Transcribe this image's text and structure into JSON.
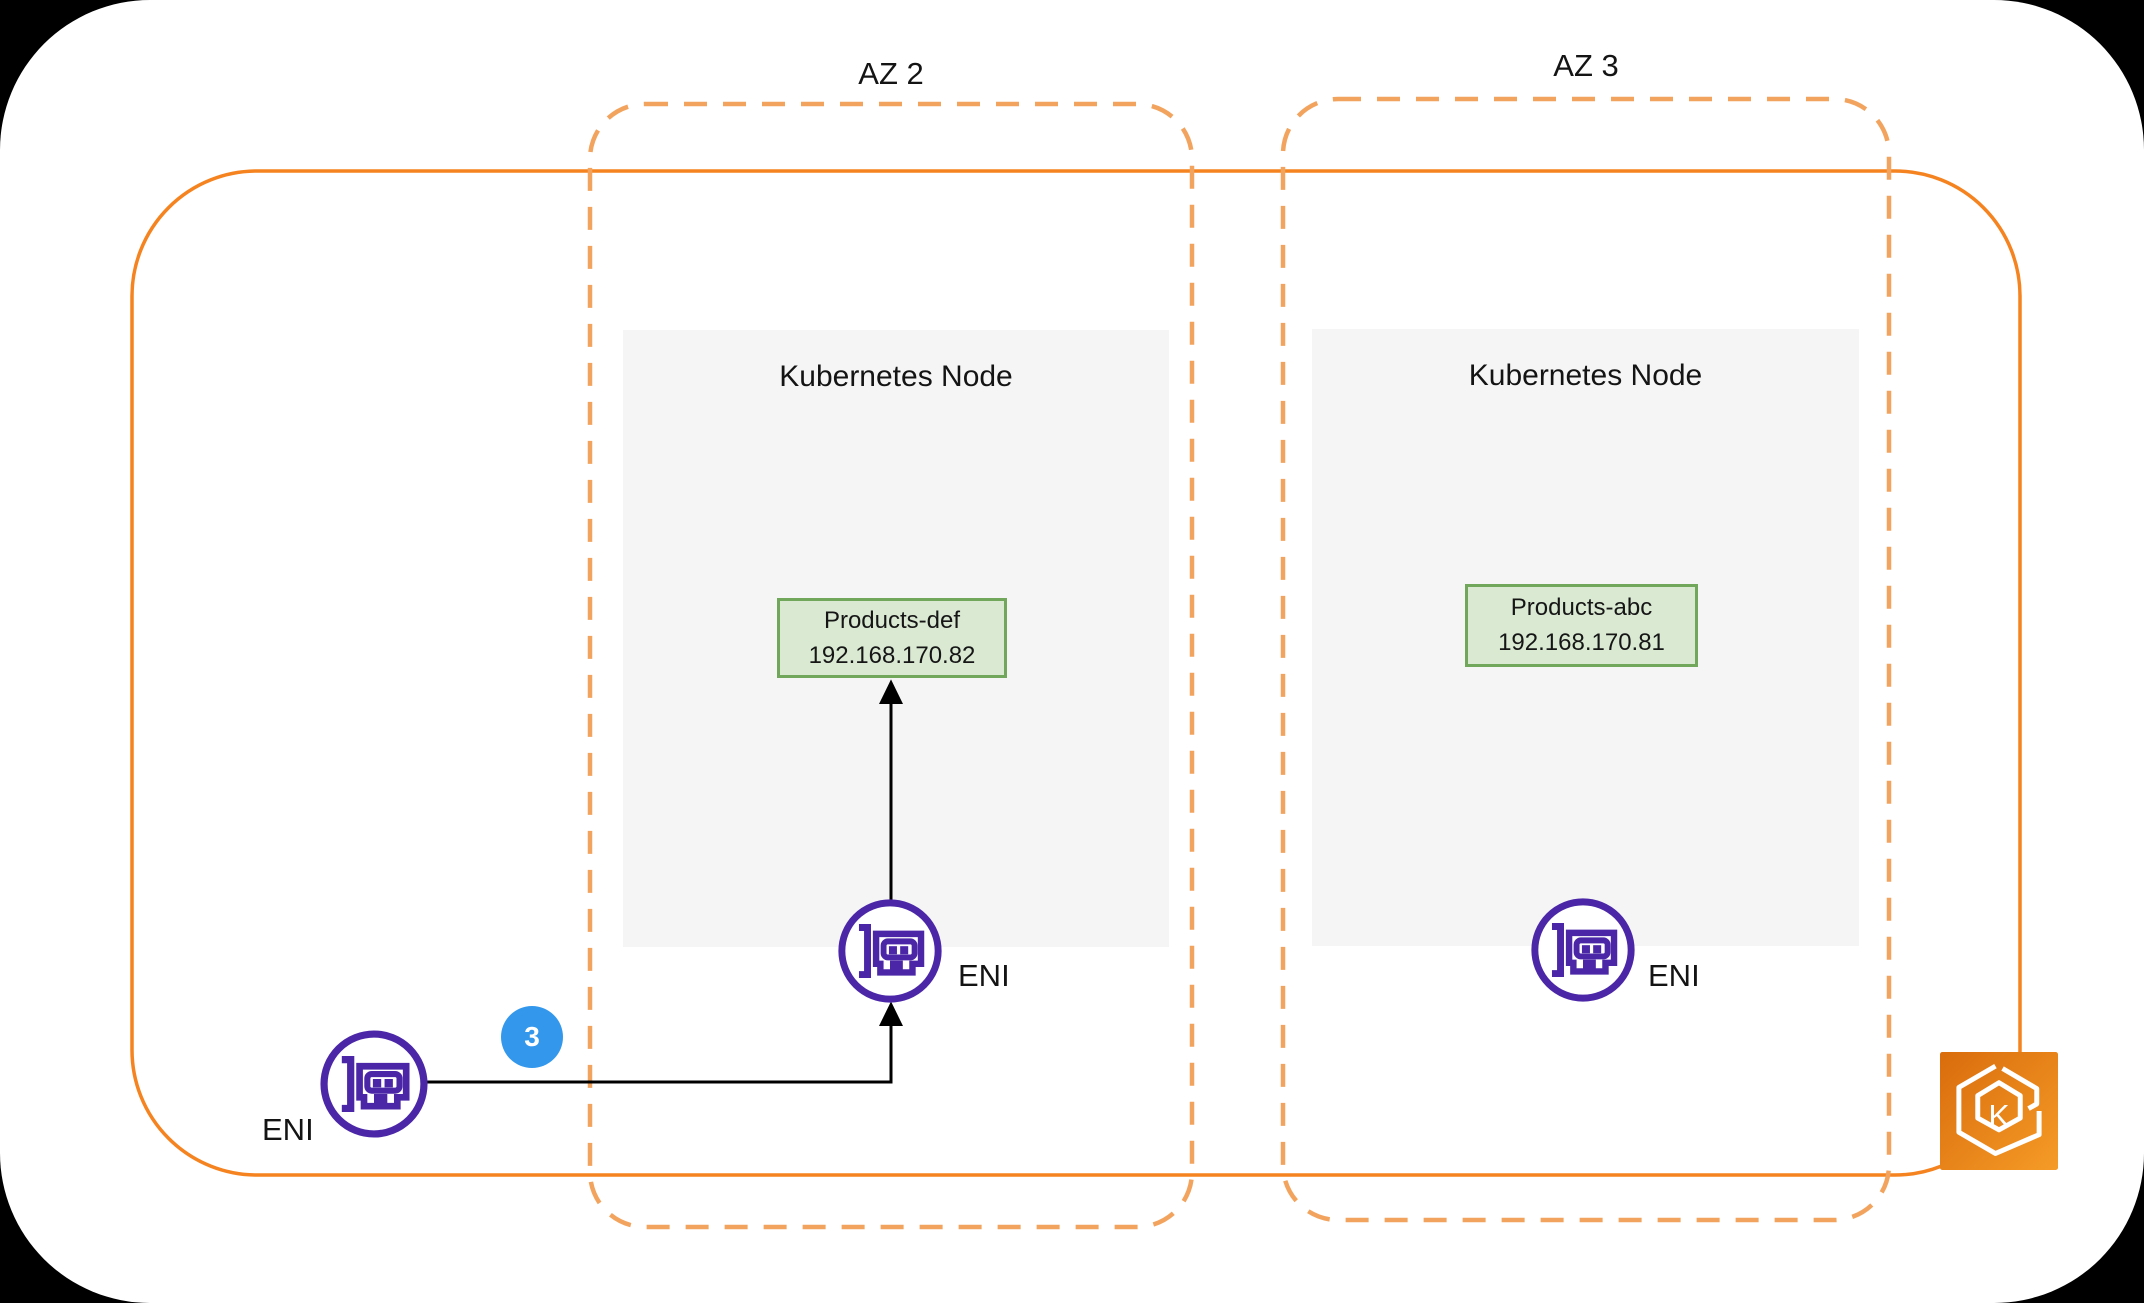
{
  "diagram": {
    "zones": [
      {
        "label": "AZ 2"
      },
      {
        "label": "AZ 3"
      }
    ],
    "nodes": [
      {
        "title": "Kubernetes Node",
        "pod": {
          "name": "Products-def",
          "ip": "192.168.170.82"
        },
        "eni_label": "ENI"
      },
      {
        "title": "Kubernetes Node",
        "pod": {
          "name": "Products-abc",
          "ip": "192.168.170.81"
        },
        "eni_label": "ENI"
      }
    ],
    "external_eni": {
      "label": "ENI"
    },
    "badge": {
      "value": "3"
    },
    "eks": {
      "letter": "K"
    },
    "colors": {
      "vpc_border": "#F5831F",
      "az_border": "#F2A45F",
      "eni_purple": "#4B27A8",
      "pod_fill": "#D9E9D2",
      "pod_border": "#71A75A",
      "node_fill": "#F5F5F5",
      "badge_blue": "#3398EC",
      "connector": "#000000"
    }
  }
}
